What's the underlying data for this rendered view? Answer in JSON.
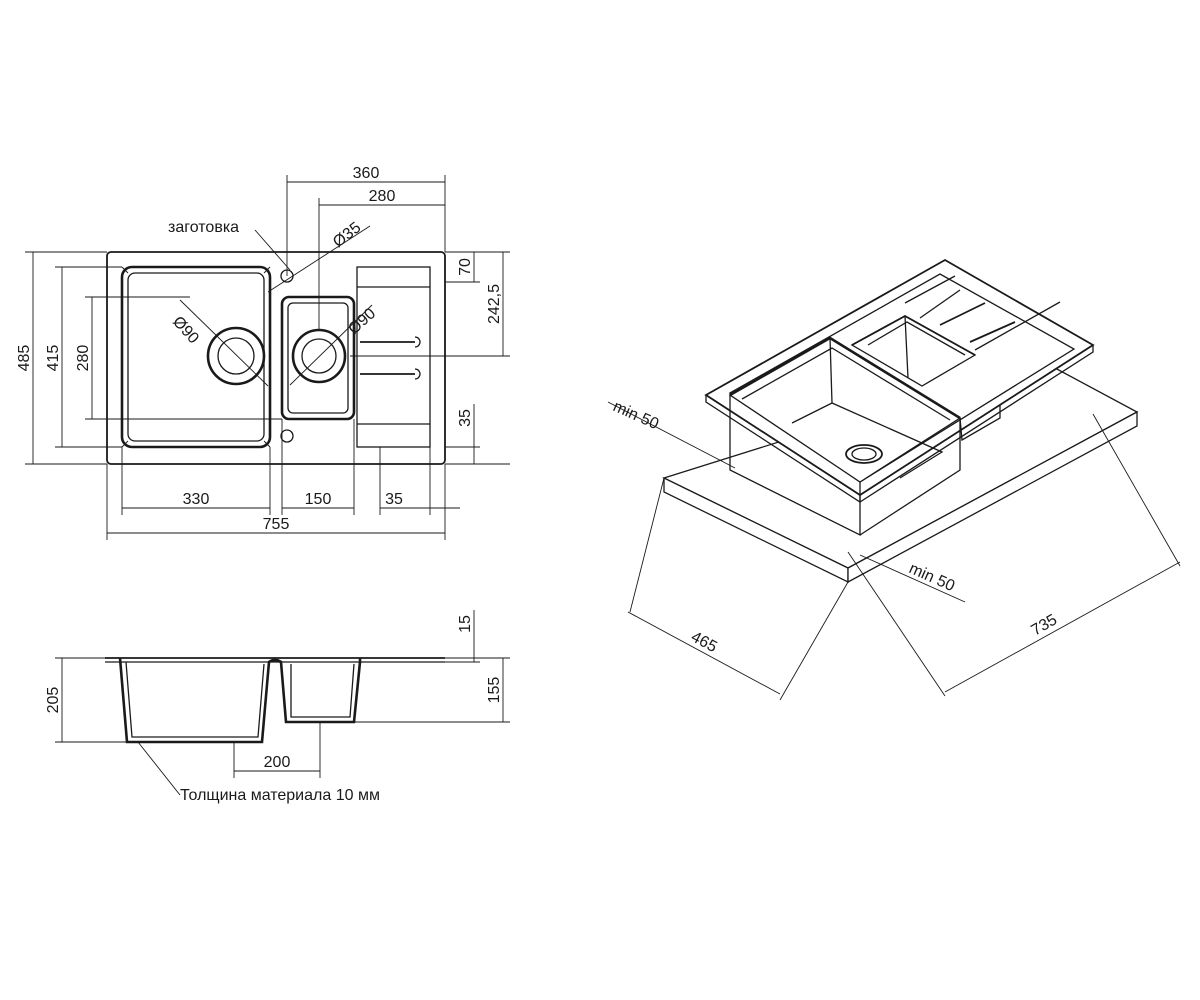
{
  "top_view": {
    "overall_width": "755",
    "overall_depth": "485",
    "bowl_depth": "415",
    "bowl_inner": "280",
    "right_width": "360",
    "right_inner": "280",
    "tap_hole": "Ø35",
    "top_offset": "70",
    "drain_offset": "242,5",
    "bottom_offset": "35",
    "large_bowl_width": "330",
    "small_bowl_width": "150",
    "edge_width": "35",
    "blank_label": "заготовка",
    "drain_large": "Ø90",
    "drain_small": "Ø90"
  },
  "side_view": {
    "total_height": "205",
    "small_bowl_height": "155",
    "rim_height": "15",
    "drain_spacing": "200",
    "material_note": "Толщина материала 10 мм"
  },
  "iso_view": {
    "cabinet_depth": "465",
    "cabinet_width": "735",
    "min_front": "min 50",
    "min_side": "min 50"
  }
}
